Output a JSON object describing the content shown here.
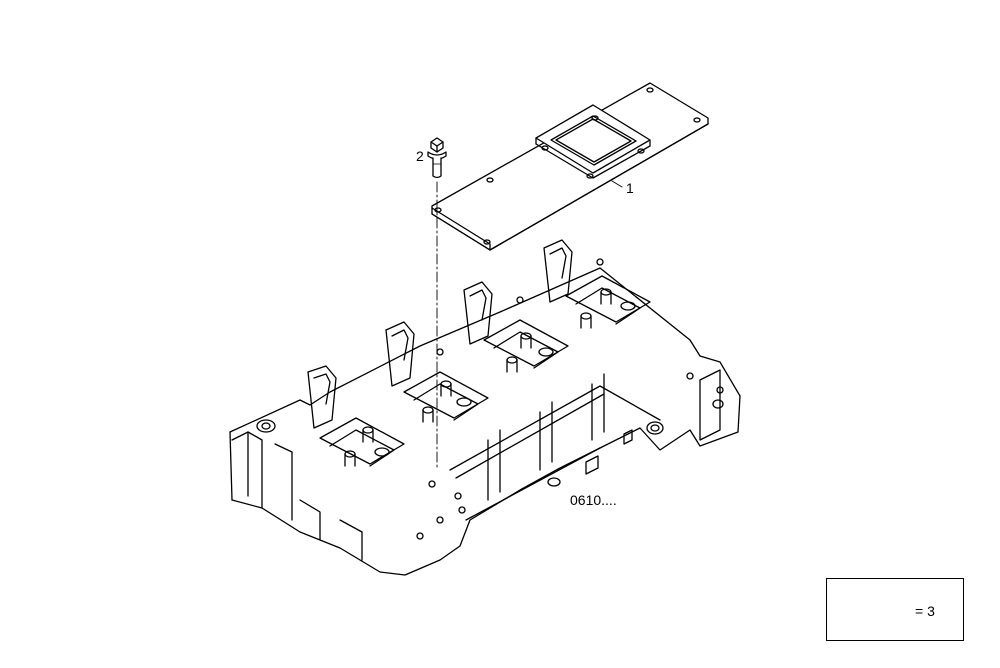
{
  "callouts": {
    "part_1": "1",
    "part_2": "2",
    "reference": "0610...."
  },
  "legend": {
    "icon": "sealant-tube-icon",
    "text": "= 3"
  }
}
